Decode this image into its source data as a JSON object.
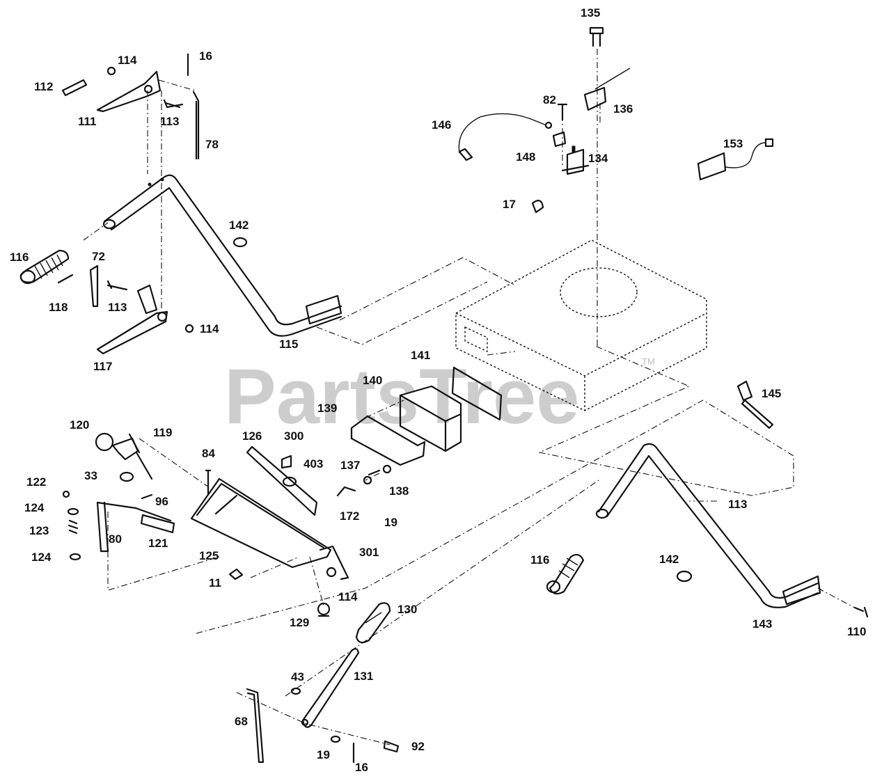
{
  "watermark": {
    "text": "PartsTree",
    "tm": "TM"
  },
  "callouts": {
    "c135": "135",
    "c136": "136",
    "c82": "82",
    "c146": "146",
    "c148": "148",
    "c134": "134",
    "c153": "153",
    "c17": "17",
    "c16a": "16",
    "c114a": "114",
    "c112": "112",
    "c111": "111",
    "c113a": "113",
    "c78": "78",
    "c142a": "142",
    "c116a": "116",
    "c72": "72",
    "c118": "118",
    "c113b": "113",
    "c114b": "114",
    "c115": "115",
    "c117": "117",
    "c141": "141",
    "c140": "140",
    "c139": "139",
    "c145": "145",
    "c120": "120",
    "c119": "119",
    "c126": "126",
    "c300": "300",
    "c84": "84",
    "c403": "403",
    "c33": "33",
    "c122": "122",
    "c124a": "124",
    "c96": "96",
    "c123": "123",
    "c137": "137",
    "c138": "138",
    "c113c": "113",
    "c172": "172",
    "c19a": "19",
    "c80": "80",
    "c121": "121",
    "c124b": "124",
    "c125": "125",
    "c301": "301",
    "c116b": "116",
    "c142b": "142",
    "c11": "11",
    "c114c": "114",
    "c143": "143",
    "c110": "110",
    "c129": "129",
    "c130": "130",
    "c131": "131",
    "c43": "43",
    "c68": "68",
    "c92": "92",
    "c19b": "19",
    "c16b": "16"
  }
}
